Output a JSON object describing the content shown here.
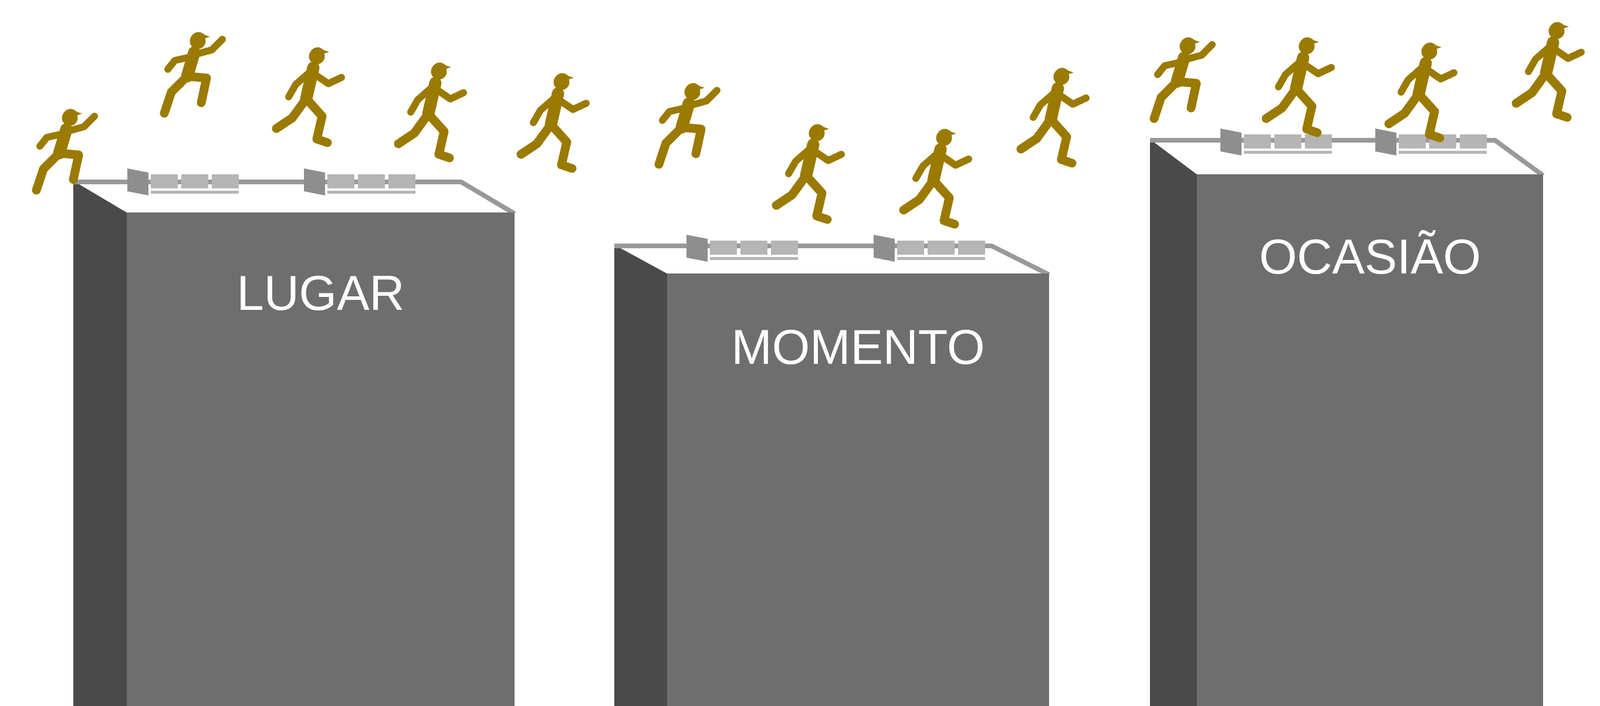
{
  "diagram": {
    "nodes": [
      {
        "text": [
          "LUGAR"
        ]
      },
      {
        "text": [
          "MOMENTO"
        ]
      },
      {
        "text": [
          "OCASIÃO"
        ]
      }
    ]
  }
}
